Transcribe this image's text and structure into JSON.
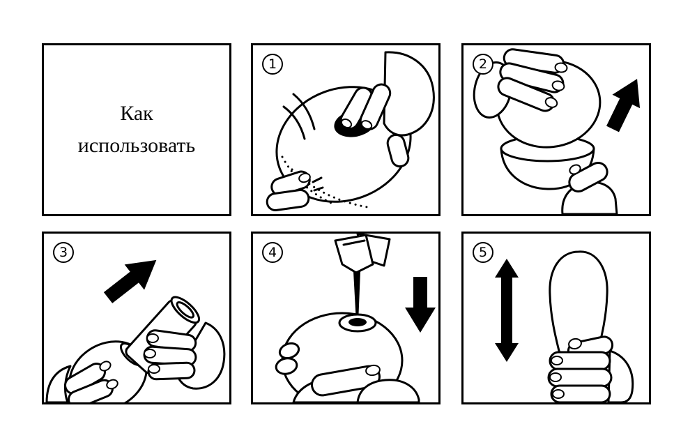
{
  "title": "Как использовать",
  "steps": [
    {
      "number": "1",
      "illustration": "peel-open-egg-wrapper"
    },
    {
      "number": "2",
      "illustration": "twist-and-lift-top-shell"
    },
    {
      "number": "3",
      "illustration": "pull-out-inner-holder"
    },
    {
      "number": "4",
      "illustration": "pour-lubricant-into-opening"
    },
    {
      "number": "5",
      "illustration": "stroke-sleeve-up-and-down"
    }
  ],
  "colors": {
    "line": "#000000",
    "background": "#ffffff",
    "arrow": "#000000"
  }
}
